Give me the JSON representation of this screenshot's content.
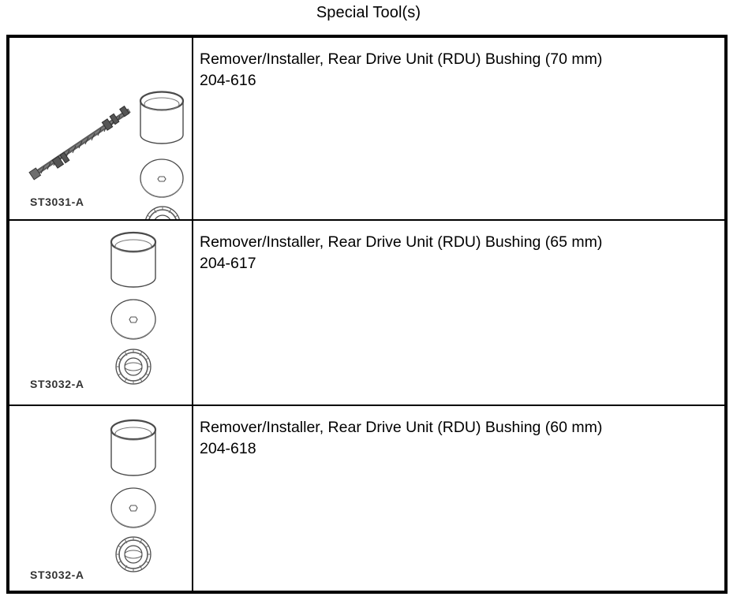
{
  "title": "Special Tool(s)",
  "table": {
    "rows": [
      {
        "figure_label": "ST3031-A",
        "figure_parts": [
          "threaded-rod",
          "bushing-cylinder",
          "washer-disc",
          "knurled-nut"
        ],
        "description_line1": "Remover/Installer, Rear Drive Unit (RDU) Bushing (70 mm)",
        "description_line2": "204-616"
      },
      {
        "figure_label": "ST3032-A",
        "figure_parts": [
          "bushing-cylinder",
          "washer-disc",
          "knurled-nut"
        ],
        "description_line1": "Remover/Installer, Rear Drive Unit (RDU) Bushing (65 mm)",
        "description_line2": "204-617"
      },
      {
        "figure_label": "ST3032-A",
        "figure_parts": [
          "bushing-cylinder",
          "washer-disc",
          "knurled-nut"
        ],
        "description_line1": "Remover/Installer, Rear Drive Unit (RDU) Bushing (60 mm)",
        "description_line2": "204-618"
      }
    ]
  },
  "colors": {
    "border": "#000000",
    "text": "#000000",
    "line_art": "#4a4a4a",
    "label_text": "#333333",
    "background": "#ffffff"
  }
}
